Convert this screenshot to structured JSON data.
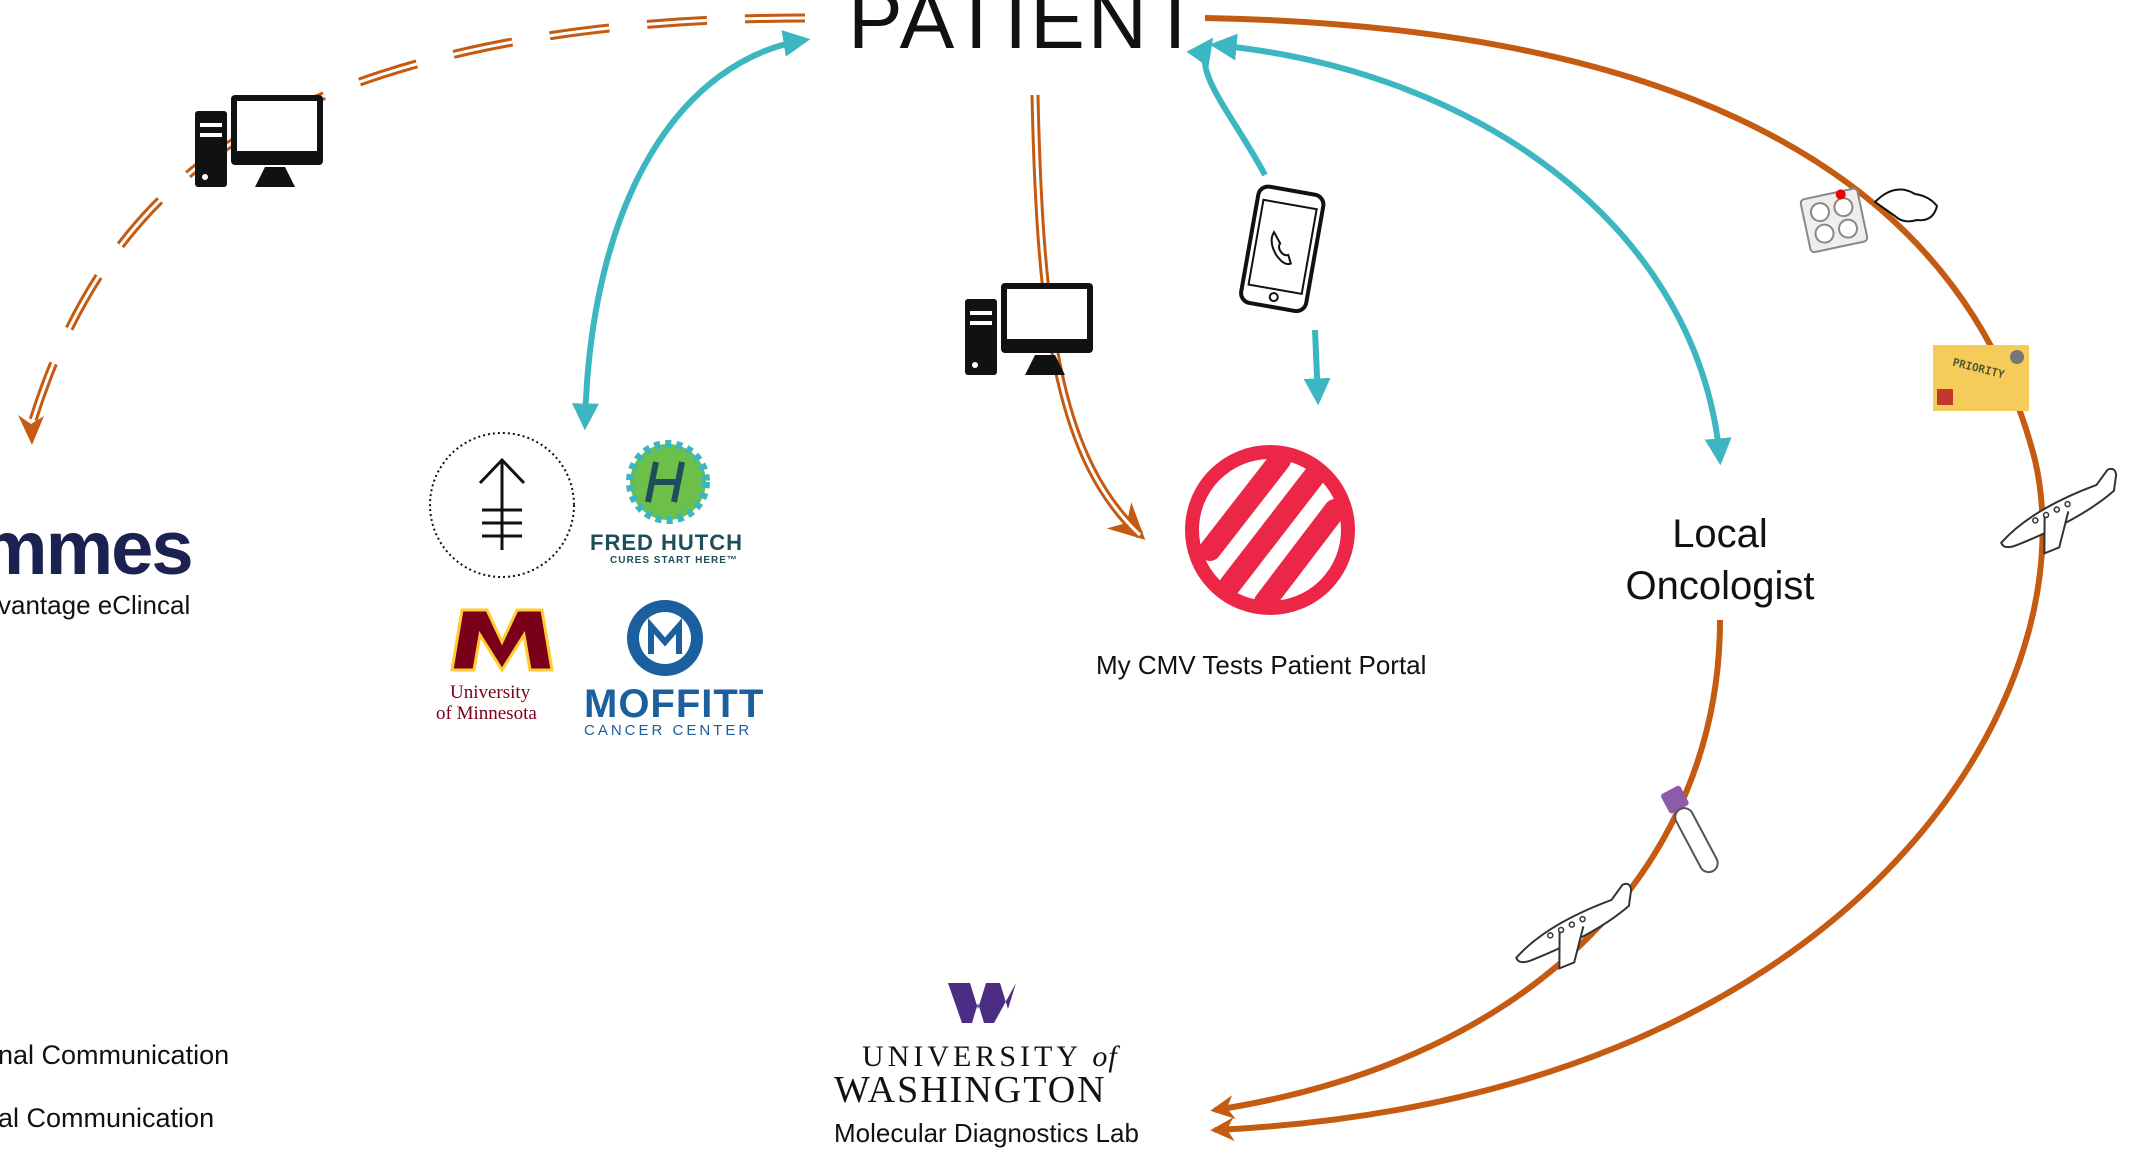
{
  "title": "PATIENT",
  "nodes": {
    "local_oncologist": {
      "line1": "Local",
      "line2": "Oncologist"
    },
    "portal": {
      "label": "My CMV Tests Patient Portal"
    },
    "uw": {
      "university_prefix": "UNIVERSITY",
      "university_of": "of",
      "washington": "WASHINGTON",
      "lab_label": "Molecular Diagnostics Lab"
    },
    "medidata": {
      "wordmark": "mmes",
      "sublabel": "vantage eClincal"
    },
    "centers": {
      "fred_hutch_name": "FRED HUTCH",
      "fred_hutch_tagline": "CURES START HERE™",
      "umn_line1": "University",
      "umn_line2": "of Minnesota",
      "moffitt_name": "MOFFITT",
      "moffitt_sub": "CANCER CENTER"
    },
    "priority_label": "PRIORITY"
  },
  "legend": {
    "item1": "nal Communication",
    "item2": "al Communication"
  },
  "colors": {
    "orange_arrow": "#c55a11",
    "teal_arrow": "#3cb7c1",
    "portal_red": "#ec2647",
    "uw_purple": "#4b2e83",
    "umn_maroon": "#7a0019",
    "moffitt_blue": "#1c5f9e",
    "priority_yellow": "#f5cc59"
  },
  "icons": [
    "computer-icon",
    "computer-icon",
    "phone-icon",
    "lab-plate-icon",
    "priority-package-icon",
    "airplane-icon",
    "airplane-icon",
    "blood-tube-icon"
  ]
}
